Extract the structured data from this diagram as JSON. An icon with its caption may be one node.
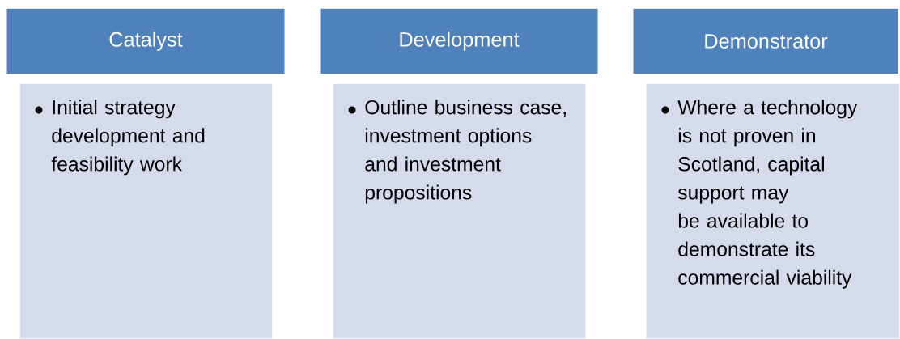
{
  "diagram": {
    "nodes": [
      {
        "text": [
          "Catalyst"
        ]
      },
      {
        "text": [
          "Initial strategy development and feasibility work"
        ]
      },
      {
        "text": [
          "Development"
        ]
      },
      {
        "text": [
          "Outline business case, investment options and investment propositions"
        ]
      },
      {
        "text": [
          "Demonstrator"
        ]
      },
      {
        "text": [
          "Where a technology is not proven in Scotland, capital support may be available to demonstrate its commercial viability"
        ]
      }
    ]
  }
}
